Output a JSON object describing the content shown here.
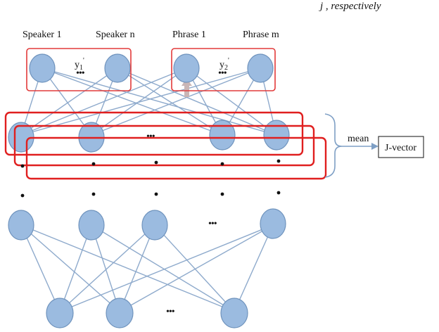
{
  "header_fragment": "j , respectively",
  "top_labels": {
    "speaker_1": "Speaker 1",
    "speaker_n": "Speaker n",
    "phrase_1": "Phrase 1",
    "phrase_m": "Phrase m"
  },
  "group_labels": {
    "y1": "y",
    "y1_sub": "1",
    "y1_prime": "'",
    "y2": "y",
    "y2_sub": "2",
    "y2_prime": "'"
  },
  "ellipsis": "•••",
  "mean_label": "mean",
  "jvector_label": "J-vector",
  "colors": {
    "node_fill": "#9bbbe0",
    "edge": "#8eaacc",
    "highlight_box": "#e23a3a"
  }
}
